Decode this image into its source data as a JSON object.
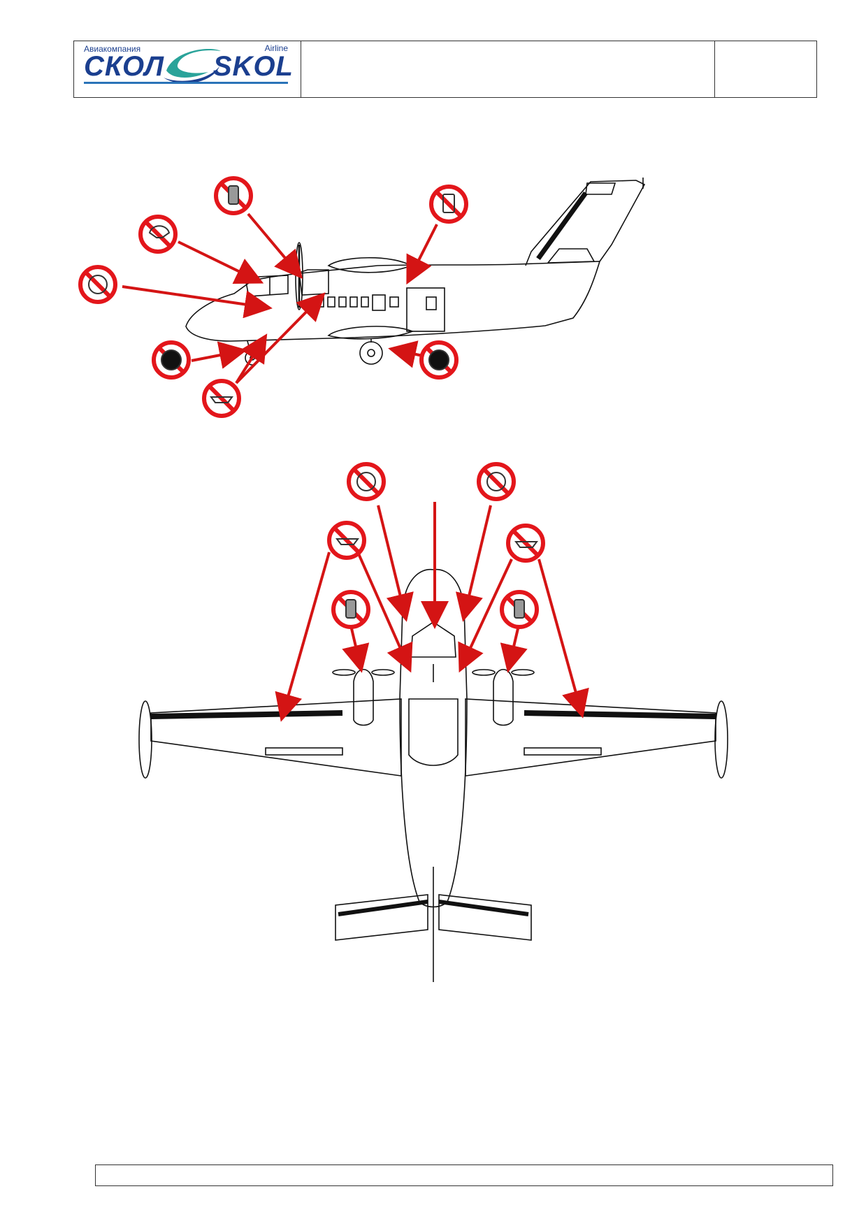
{
  "header": {
    "logo": {
      "ru_small": "Авиакомпания",
      "en_small": "Airline",
      "ru_name": "СКОЛ",
      "en_name": "SKOL"
    },
    "center_text": "",
    "right_text": ""
  },
  "diagrams": {
    "side_view": {
      "markers": [
        "pitot-cover-icon",
        "windshield-cover-icon",
        "engine-inlet-cover-icon",
        "propeller-restraint-icon",
        "wheel-chock-icon",
        "wheel-chock-icon",
        "static-port-cover-icon"
      ]
    },
    "top_view": {
      "markers": [
        "engine-inlet-cover-icon",
        "engine-inlet-cover-icon",
        "propeller-restraint-icon",
        "propeller-restraint-icon",
        "pitot-cover-icon",
        "pitot-cover-icon"
      ]
    }
  },
  "colors": {
    "marker_red": "#e3161b",
    "arrow_red": "#d41414",
    "logo_blue": "#1b3f8f",
    "logo_teal": "#2aa39a"
  },
  "footer": {
    "text": ""
  }
}
